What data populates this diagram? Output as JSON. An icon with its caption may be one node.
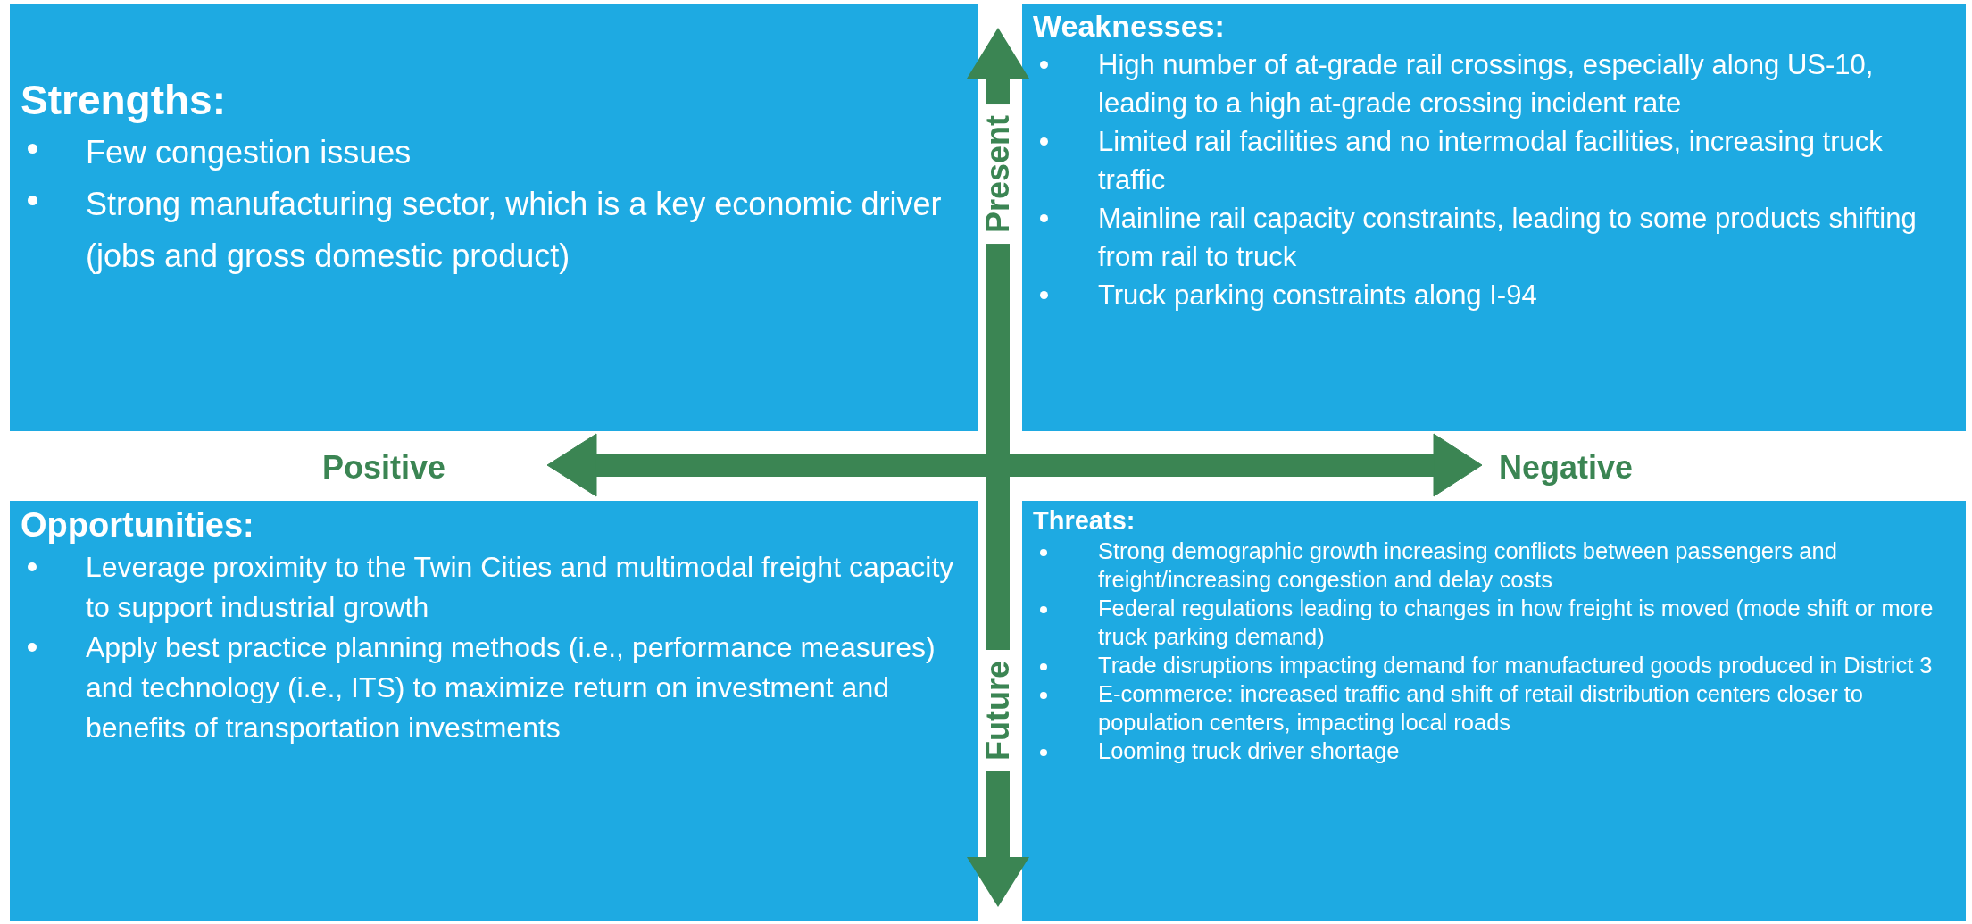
{
  "diagram": {
    "nodes": [
      {
        "text": [
          "Strengths:",
          "Few congestion issues",
          "Strong manufacturing sector, which is a key economic driver (jobs and gross domestic product)"
        ]
      },
      {
        "text": [
          "Weaknesses:",
          "High number of at-grade rail crossings, especially along US-10, leading to a high at-grade crossing incident rate",
          "Limited rail facilities and no intermodal facilities, increasing truck traffic",
          "Mainline rail capacity constraints, leading to some products shifting from rail to truck",
          "Truck parking constraints along I-94"
        ]
      },
      {
        "text": [
          "Opportunities:",
          "Leverage proximity to the Twin Cities and multimodal freight capacity to support industrial growth",
          "Apply best practice planning methods (i.e., performance measures) and technology (i.e., ITS) to maximize return on investment and benefits of transportation investments"
        ]
      },
      {
        "text": [
          "Threats:",
          "Strong demographic growth increasing conflicts between passengers and freight/increasing congestion and delay costs",
          "Federal regulations leading to changes in how freight is moved (mode shift or more truck parking demand)",
          "Trade disruptions impacting demand for manufactured goods produced in District 3",
          "E-commerce: increased traffic and shift of retail distribution centers closer to population centers, impacting local roads",
          "Looming truck driver shortage"
        ]
      }
    ],
    "labels": [
      "Present",
      "Positive",
      "Negative",
      "Future"
    ]
  }
}
